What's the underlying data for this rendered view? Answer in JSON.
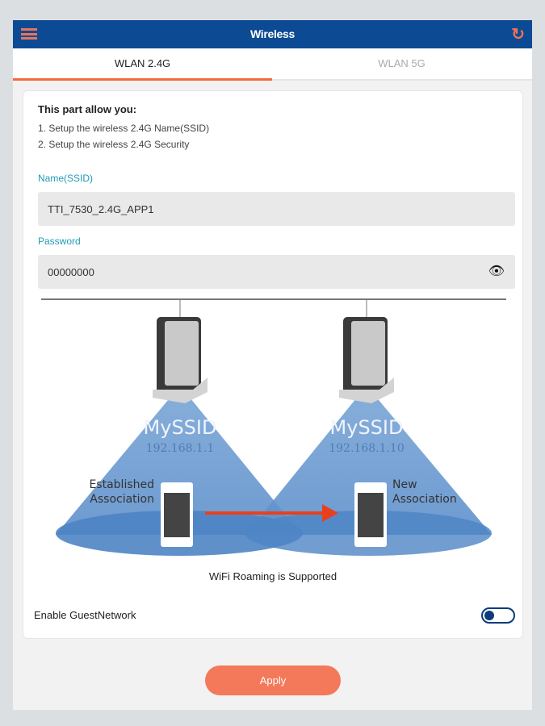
{
  "header": {
    "title": "Wireless",
    "menu_icon": "hamburger-icon",
    "refresh_icon": "refresh-icon"
  },
  "tabs": [
    {
      "label": "WLAN 2.4G",
      "active": true
    },
    {
      "label": "WLAN 5G",
      "active": false
    }
  ],
  "intro": {
    "title": "This part allow you:",
    "items": [
      "1.   Setup the wireless 2.4G Name(SSID)",
      "2.   Setup the wireless 2.4G Security"
    ]
  },
  "form": {
    "ssid_label": "Name(SSID)",
    "ssid_value": "TTI_7530_2.4G_APP1",
    "password_label": "Password",
    "password_value": "00000000"
  },
  "diagram": {
    "ap1_ssid": "MySSID",
    "ap1_ip": "192.168.1.1",
    "ap2_ssid": "MySSID",
    "ap2_ip": "192.168.1.10",
    "left_label_1": "Established",
    "left_label_2": "Association",
    "right_label_1": "New",
    "right_label_2": "Association",
    "caption": "WiFi Roaming is Supported"
  },
  "guest": {
    "label": "Enable GuestNetwork",
    "enabled": false
  },
  "apply_label": "Apply",
  "colors": {
    "header": "#0d4a94",
    "accent": "#f26b3a",
    "label": "#1f9bb5"
  }
}
